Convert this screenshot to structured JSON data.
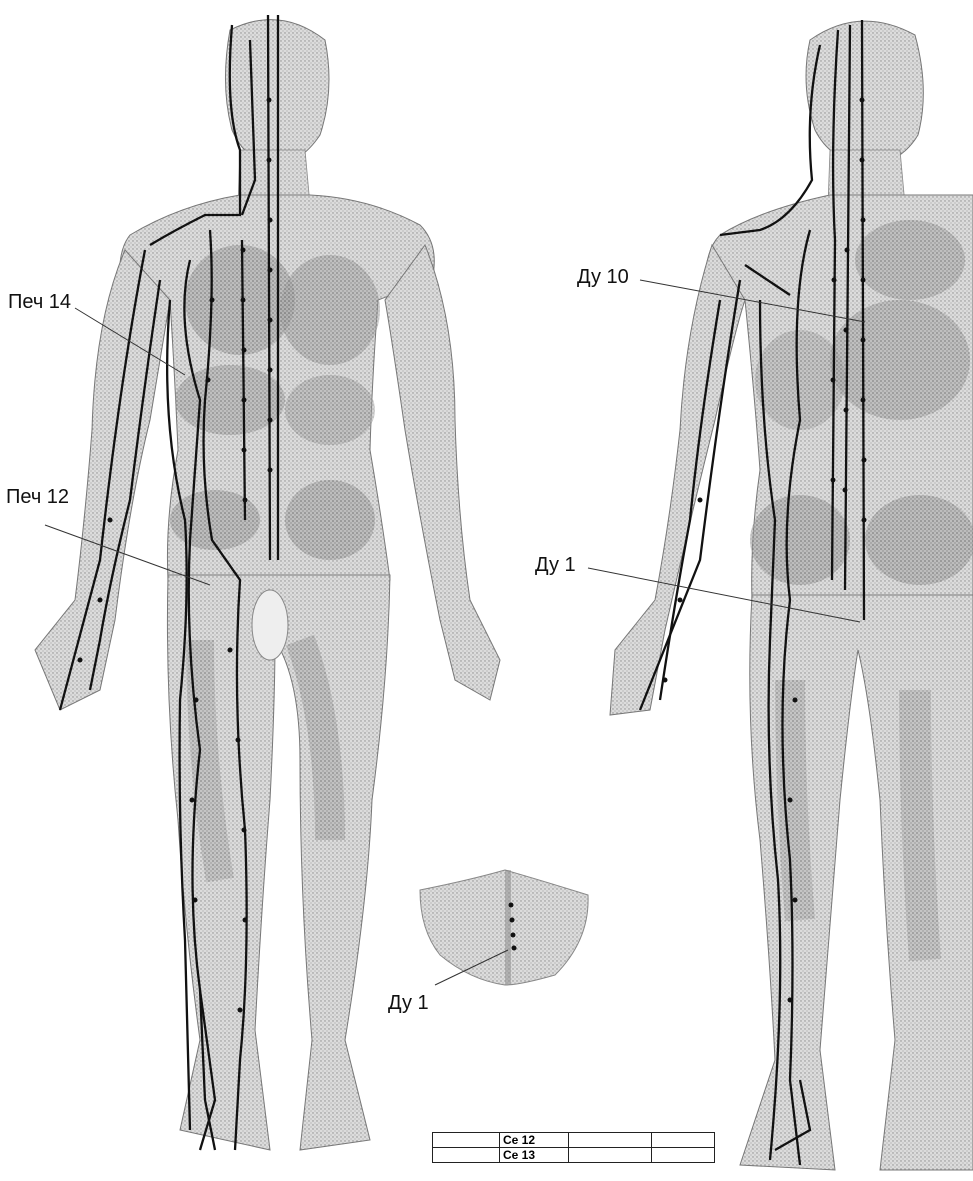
{
  "labels": {
    "front_liver_14": "Печ 14",
    "front_liver_12": "Печ 12",
    "back_du_10": "Ду 10",
    "back_du_1": "Ду 1",
    "sacrum_du_1": "Ду 1"
  },
  "table": {
    "rows": [
      [
        "",
        "Се 12",
        "",
        ""
      ],
      [
        "",
        "Се 13",
        "",
        ""
      ]
    ]
  },
  "colors": {
    "body_fill": "#d6d6d6",
    "organ_fill": "#9e9e9e",
    "meridian_line": "#111111",
    "leader_line": "#333333"
  }
}
